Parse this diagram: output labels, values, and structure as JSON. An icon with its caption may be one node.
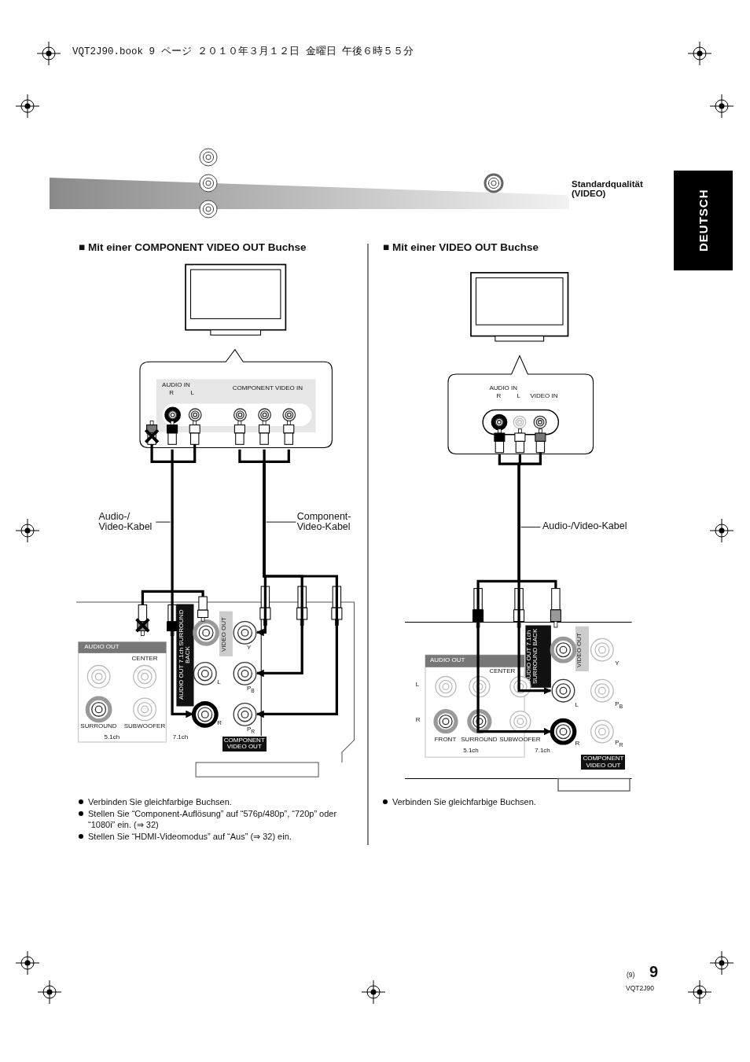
{
  "diagram": {
    "nodes": [
      {
        "text": [
          "AUDIO IN",
          "R",
          "L",
          "COMPONENT VIDEO IN"
        ]
      },
      {
        "text": [
          "AUDIO OUT",
          "CENTER",
          "SURROUND",
          "SUBWOOFER",
          "5.1ch",
          "7.1ch",
          "VIDEO OUT",
          "AUDIO OUT 7.1ch SURROUND BACK",
          "L",
          "R",
          "Y",
          "P$_{B}$",
          "P$_{R}$",
          "COMPONENT VIDEO OUT"
        ]
      },
      {
        "text": [
          "Audio-/ Video-Kabel"
        ]
      },
      {
        "text": [
          "Component- Video-Kabel"
        ]
      },
      {
        "text": [
          "AUDIO IN",
          "R",
          "L",
          "VIDEO IN"
        ]
      },
      {
        "text": [
          "AUDIO OUT",
          "CENTER",
          "L",
          "R",
          "FRONT",
          "SURROUND",
          "SUBWOOFER",
          "5.1ch",
          "7.1ch",
          "VIDEO OUT",
          "AUDIO OUT 7.1ch SURROUND BACK",
          "L",
          "R",
          "Y",
          "P$_{B}$",
          "P$_{R}$",
          "COMPONENT VIDEO OUT"
        ]
      },
      {
        "text": [
          "Audio-/Video-Kabel"
        ]
      }
    ],
    "edges": [
      {
        "from": 0,
        "to": 1,
        "arrow": "to"
      },
      {
        "from": 0,
        "to": 1,
        "arrow": "to"
      },
      {
        "from": 0,
        "to": 1,
        "arrow": "to"
      },
      {
        "from": 0,
        "to": 1,
        "arrow": "to"
      },
      {
        "from": 2,
        "to": null,
        "arrow": "none"
      },
      {
        "from": 3,
        "to": null,
        "arrow": "none"
      },
      {
        "from": 4,
        "to": 5,
        "arrow": "to"
      },
      {
        "from": 4,
        "to": 5,
        "arrow": "to"
      },
      {
        "from": 6,
        "to": null,
        "arrow": "none"
      }
    ],
    "labels": [
      "VQT2J90.book  9 ページ  ２０１０年３月１２日  金曜日  午後６時５５分",
      "Standardqualität (VIDEO)",
      "DEUTSCH",
      "■  Mit einer COMPONENT VIDEO OUT Buchse",
      "■  Mit einer VIDEO OUT Buchse",
      "Verbinden Sie gleichfarbige Buchsen.",
      "Stellen Sie “Component-Auflösung” auf “576p/480p”, “720p” oder “1080i” ein. (⇒ 32)",
      "Stellen Sie “HDMI-Videomodus” auf “Aus” (⇒ 32) ein.",
      "Verbinden Sie gleichfarbige Buchsen.",
      "9",
      "(9)",
      "VQT2J90"
    ]
  }
}
